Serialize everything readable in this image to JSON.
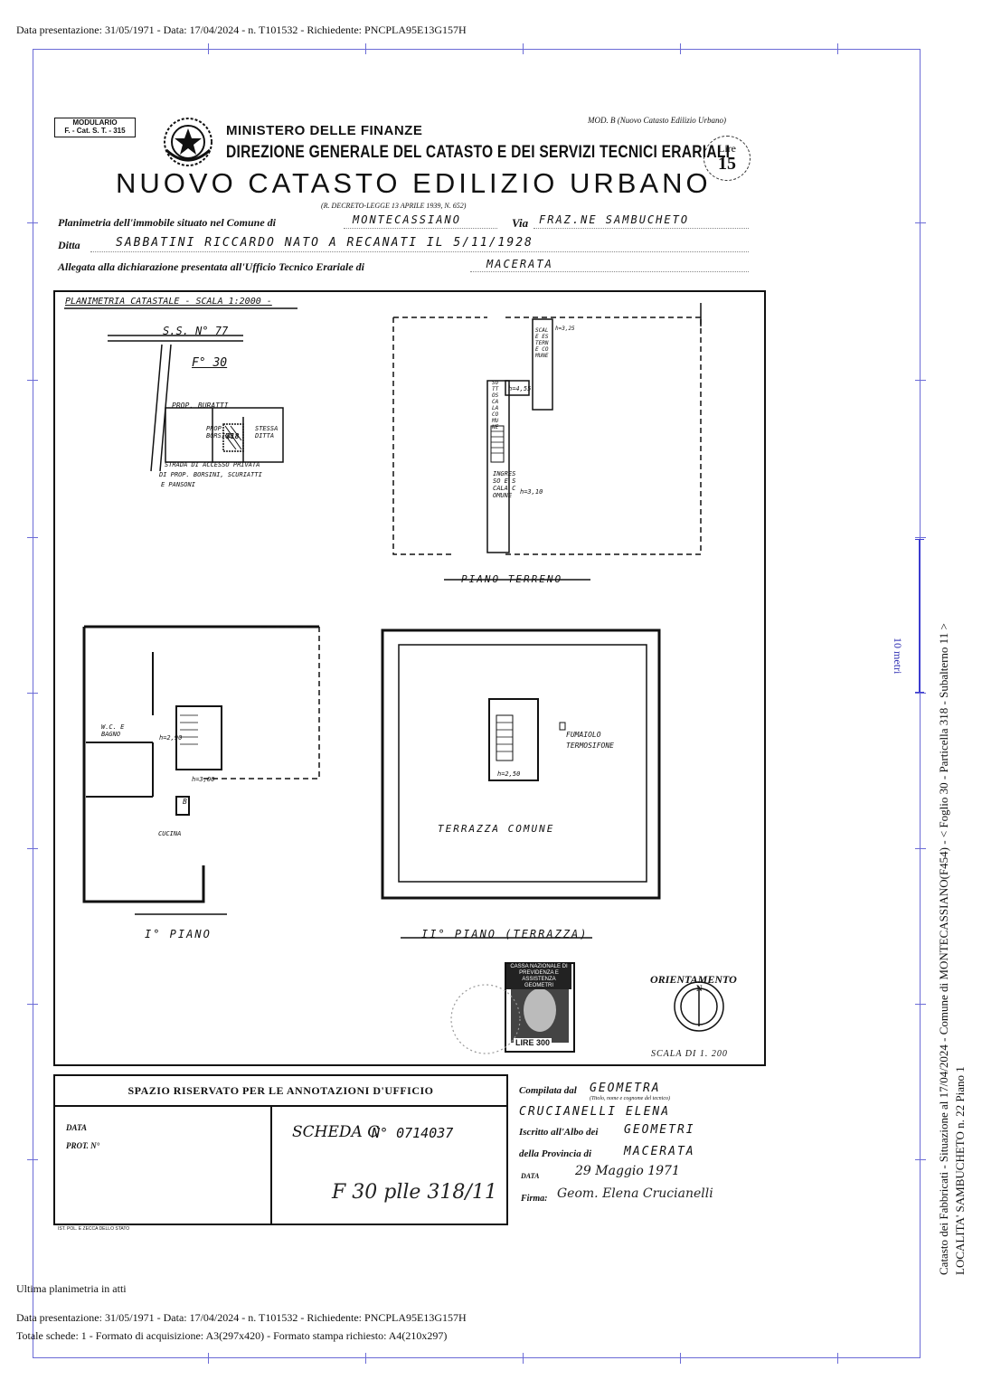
{
  "header": {
    "top_line": "Data presentazione: 31/05/1971 - Data: 17/04/2024 - n. T101532 - Richiedente: PNCPLA95E13G157H"
  },
  "form": {
    "modulario_line1": "MODULARIO",
    "modulario_line2": "F. - Cat. S. T. - 315",
    "ministry": "MINISTERO DELLE FINANZE",
    "direction": "DIREZIONE GENERALE DEL CATASTO E DEI SERVIZI TECNICI ERARIALI",
    "title": "NUOVO CATASTO EDILIZIO URBANO",
    "decree": "(R. DECRETO-LEGGE 13 APRILE 1939, N. 652)",
    "mod": "MOD. B (Nuovo Catasto Edilizio Urbano)",
    "lire_label": "Lire",
    "lire_value": "15",
    "planimetria_label": "Planimetria dell'immobile situato nel Comune di",
    "comune_value": "MONTECASSIANO",
    "via_label": "Via",
    "via_value": "FRAZ.NE SAMBUCHETO",
    "ditta_label": "Ditta",
    "ditta_value": "SABBATINI RICCARDO NATO A RECANATI IL 5/11/1928",
    "allegata_label": "Allegata alla dichiarazione presentata all'Ufficio Tecnico Erariale di",
    "allegata_value": "MACERATA"
  },
  "plan": {
    "catastale_title": "PLANIMETRIA CATASTALE - SCALA 1:2000 -",
    "road": "S.S. N° 77",
    "foglio": "F° 30",
    "prop_buratti": "PROP. BURATTI",
    "prop_borsini": "PROP. BORSINI",
    "stessa_ditta": "STESSA DITTA",
    "particella": "318",
    "strada_1": "STRADA DI ACCESSO PRIVATA",
    "strada_2": "DI PROP. BORSINI, SCURIATTI",
    "strada_3": "E PANSONI",
    "sottoscala": "SOTTOSCALA COMUNE",
    "h455": "h=4,55",
    "scale_comune": "SCALE ESTERNE COMUNE",
    "h325": "h=3,25",
    "ingresso": "INGRESSO E SCALA COMUNE",
    "h310": "h=3,10",
    "piano_terreno": "PIANO TERRENO",
    "wc": "W.C. E BAGNO",
    "h290": "h=2,90",
    "h300": "h=3,00",
    "b": "B.",
    "cucina": "CUCINA",
    "primo_piano": "I° PIANO",
    "fumaiolo": "FUMAIOLO",
    "termosifone": "TERMOSIFONE",
    "h250": "h=2,50",
    "terrazza_comune": "TERRAZZA COMUNE",
    "secondo_piano": "II° PIANO (TERRAZZA)",
    "orientamento": "ORIENTAMENTO",
    "north": "N",
    "scala": "SCALA DI 1. 200",
    "stamp_line1": "CASSA NAZIONALE DI",
    "stamp_line2": "PREVIDENZA E ASSISTENZA",
    "stamp_line3": "GEOMETRI",
    "stamp_value": "LIRE 300"
  },
  "annotations": {
    "title": "SPAZIO RISERVATO PER LE ANNOTAZIONI D'UFFICIO",
    "data": "DATA",
    "prot": "PROT. N°",
    "scheda": "SCHEDA C",
    "numero": "N° 0714037",
    "handwritten": "F 30 plle 318/11",
    "printer": "IST. POL. E ZECCA DELLO STATO"
  },
  "compilata": {
    "compilata_label": "Compilata dal",
    "compilata_value": "GEOMETRA",
    "titolo_note": "(Titolo, nome e cognome del tecnico)",
    "name": "CRUCIANELLI ELENA",
    "iscritto_label": "Iscritto all'Albo dei",
    "iscritto_value": "GEOMETRI",
    "provincia_label": "della Provincia di",
    "provincia_value": "MACERATA",
    "data_label": "DATA",
    "data_value": "29 Maggio 1971",
    "firma_label": "Firma:",
    "firma_value": "Geom. Elena Crucianelli"
  },
  "footer": {
    "ultima": "Ultima planimetria in atti",
    "line1": "Data presentazione: 31/05/1971 - Data: 17/04/2024 - n. T101532 - Richiedente: PNCPLA95E13G157H",
    "line2": "Totale schede: 1 - Formato di acquisizione: A3(297x420)  - Formato stampa richiesto: A4(210x297)"
  },
  "sidebar": {
    "line1": "Catasto dei Fabbricati - Situazione al 17/04/2024 - Comune di MONTECASSIANO(F454) - < Foglio 30 - Particella  318 - Subalterno 11 >",
    "line2": "LOCALITA' SAMBUCHETO n. 22 Piano 1",
    "scale_bar_label": "10 metri"
  },
  "colors": {
    "frame": "#6b6bd6",
    "ink": "#111111"
  }
}
